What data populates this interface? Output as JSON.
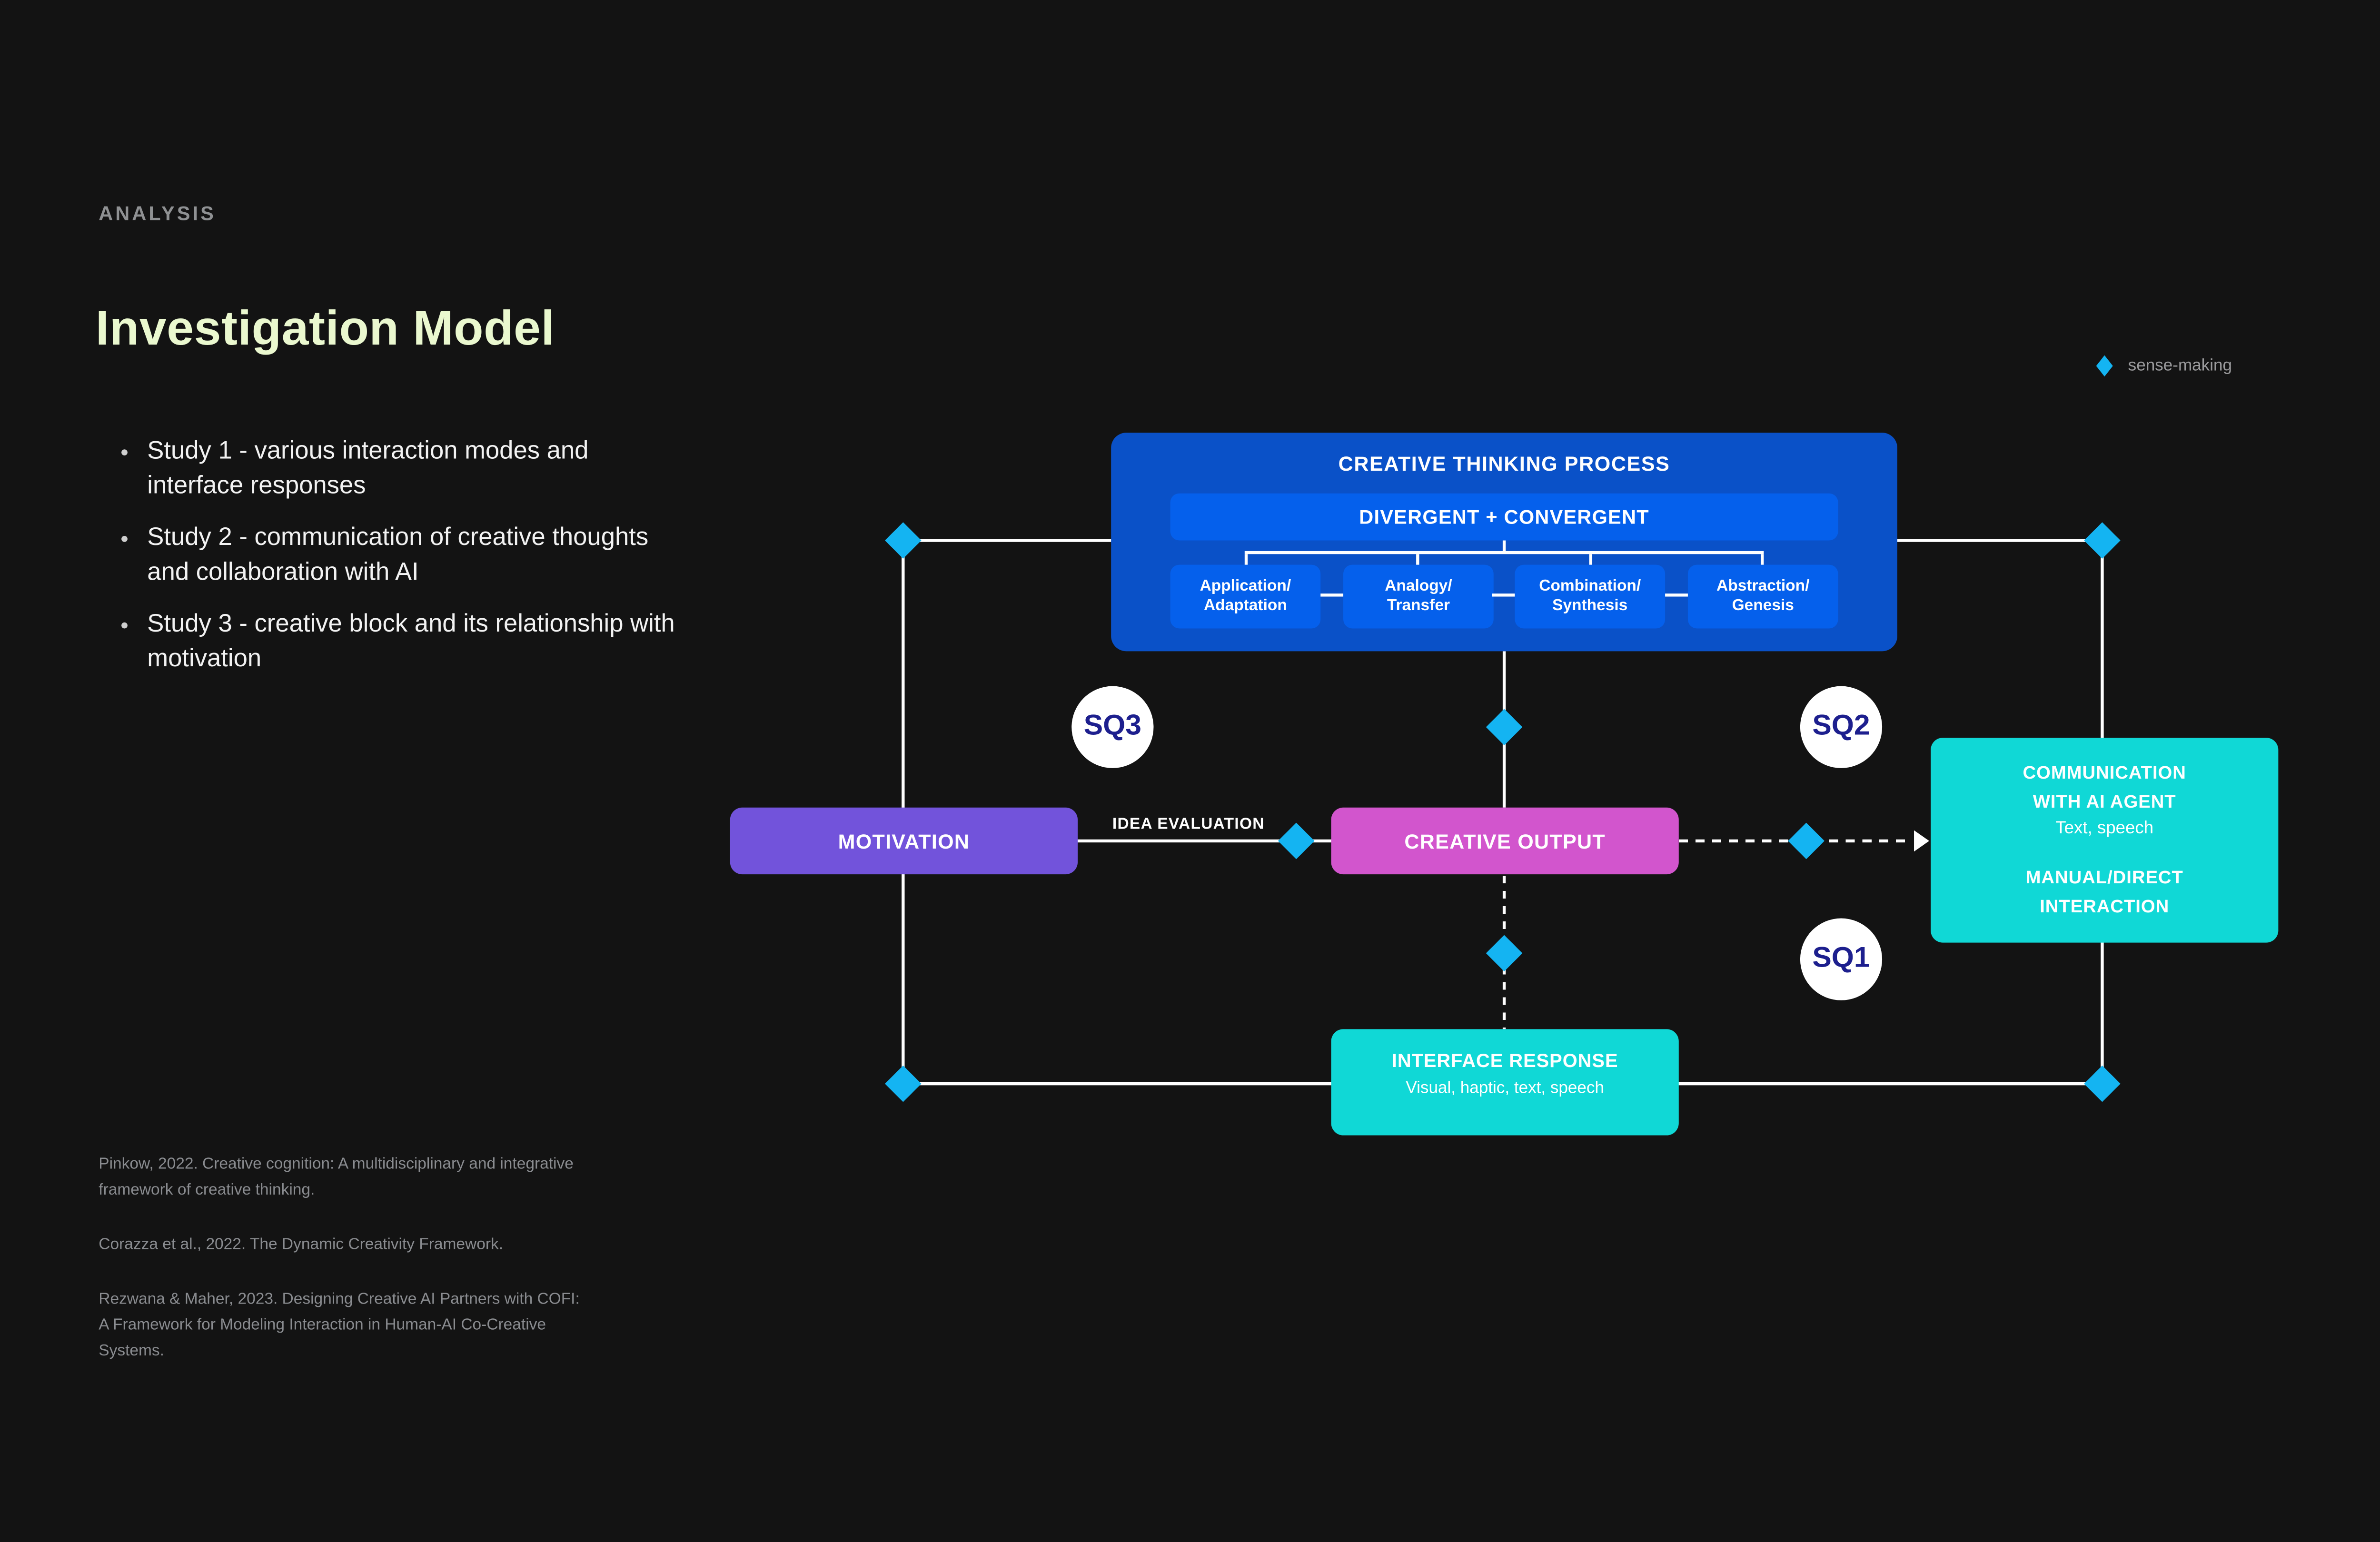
{
  "slide": {
    "kicker": "ANALYSIS",
    "title": "Investigation Model",
    "bullets": [
      "Study 1 - various interaction modes and interface responses",
      "Study 2 - communication of creative thoughts and collaboration with AI",
      "Study 3 - creative block and its relationship with motivation"
    ],
    "references": [
      "Pinkow, 2022. Creative cognition: A multidisciplinary and integrative framework of creative thinking.",
      "Corazza et al., 2022. The Dynamic Creativity Framework.",
      "Rezwana & Maher, 2023. Designing Creative AI Partners with COFI: A Framework for Modeling Interaction in Human-AI Co-Creative Systems."
    ]
  },
  "legend": {
    "sense_making": "sense-making"
  },
  "diagram": {
    "creative_thinking": {
      "title": "CREATIVE THINKING PROCESS",
      "band": "DIVERGENT + CONVERGENT",
      "sub_boxes": [
        {
          "line1": "Application/",
          "line2": "Adaptation"
        },
        {
          "line1": "Analogy/",
          "line2": "Transfer"
        },
        {
          "line1": "Combination/",
          "line2": "Synthesis"
        },
        {
          "line1": "Abstraction/",
          "line2": "Genesis"
        }
      ]
    },
    "motivation": {
      "label": "MOTIVATION"
    },
    "creative_output": {
      "label": "CREATIVE OUTPUT"
    },
    "communication": {
      "title_line1": "COMMUNICATION",
      "title_line2": "WITH AI AGENT",
      "subtitle": "Text, speech",
      "secondary_line1": "MANUAL/DIRECT",
      "secondary_line2": "INTERACTION"
    },
    "interface_response": {
      "title": "INTERFACE RESPONSE",
      "subtitle": "Visual, haptic, text, speech"
    },
    "edge_labels": {
      "idea_evaluation": "IDEA EVALUATION"
    },
    "badges": {
      "sq3": "SQ3",
      "sq2": "SQ2",
      "sq1": "SQ1"
    }
  },
  "colors": {
    "background": "#131313",
    "diamond": "#14b4f2",
    "line": "#ffffff",
    "blue_outer": "#0a51c8",
    "blue_inner": "#0560ec",
    "purple": "#7253db",
    "magenta": "#d255cd",
    "cyan": "#10d8d6",
    "title_text": "#eaf8cf",
    "kicker_text": "#8f9193",
    "body_text": "#f2f2f2",
    "reference_text": "#8a8c90",
    "badge_text": "#1d1f8e"
  }
}
